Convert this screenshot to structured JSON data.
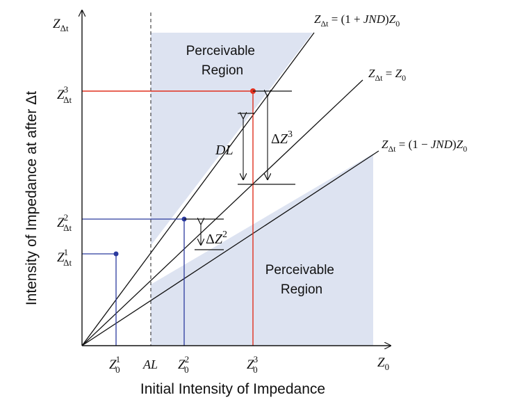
{
  "axes": {
    "x_label": "Initial Intensity of Impedance",
    "y_label": "Intensity of Impedance at after Δt",
    "x_axis_symbol": {
      "base": "Z",
      "sub": "0"
    },
    "y_axis_symbol": {
      "base": "Z",
      "sub": "Δt"
    }
  },
  "regions": {
    "upper": {
      "line1": "Perceivable",
      "line2": "Region"
    },
    "lower": {
      "line1": "Perceivable",
      "line2": "Region"
    }
  },
  "line_labels": {
    "upper": {
      "lhs": "Z",
      "lhs_sub": "Δt",
      "rhs_a": " = (1 + ",
      "rhs_jnd": "JND",
      "rhs_b": ")",
      "rhs_z": "Z",
      "rhs_sub": "0"
    },
    "middle": {
      "lhs": "Z",
      "lhs_sub": "Δt",
      "rhs_a": " = ",
      "rhs_z": "Z",
      "rhs_sub": "0"
    },
    "lower": {
      "lhs": "Z",
      "lhs_sub": "Δt",
      "rhs_a": " = (1 − ",
      "rhs_jnd": "JND",
      "rhs_b": ")",
      "rhs_z": "Z",
      "rhs_sub": "0"
    }
  },
  "x_ticks": {
    "z1": {
      "base": "Z",
      "sub": "0",
      "sup": "1"
    },
    "al": "AL",
    "z2": {
      "base": "Z",
      "sub": "0",
      "sup": "2"
    },
    "z3": {
      "base": "Z",
      "sub": "0",
      "sup": "3"
    }
  },
  "y_ticks": {
    "z3": {
      "base": "Z",
      "sub": "Δt",
      "sup": "3"
    },
    "z2": {
      "base": "Z",
      "sub": "Δt",
      "sup": "2"
    },
    "z1": {
      "base": "Z",
      "sub": "Δt",
      "sup": "1"
    }
  },
  "annotations": {
    "dl": "DL",
    "dz3": {
      "delta": "Δ",
      "base": "Z",
      "sup": "3"
    },
    "dz2": {
      "delta": "Δ",
      "base": "Z",
      "sup": "2"
    }
  },
  "colors": {
    "shade": "#dde3f1",
    "red": "#e0301e",
    "blue": "#2b3a9e",
    "black": "#111111"
  }
}
